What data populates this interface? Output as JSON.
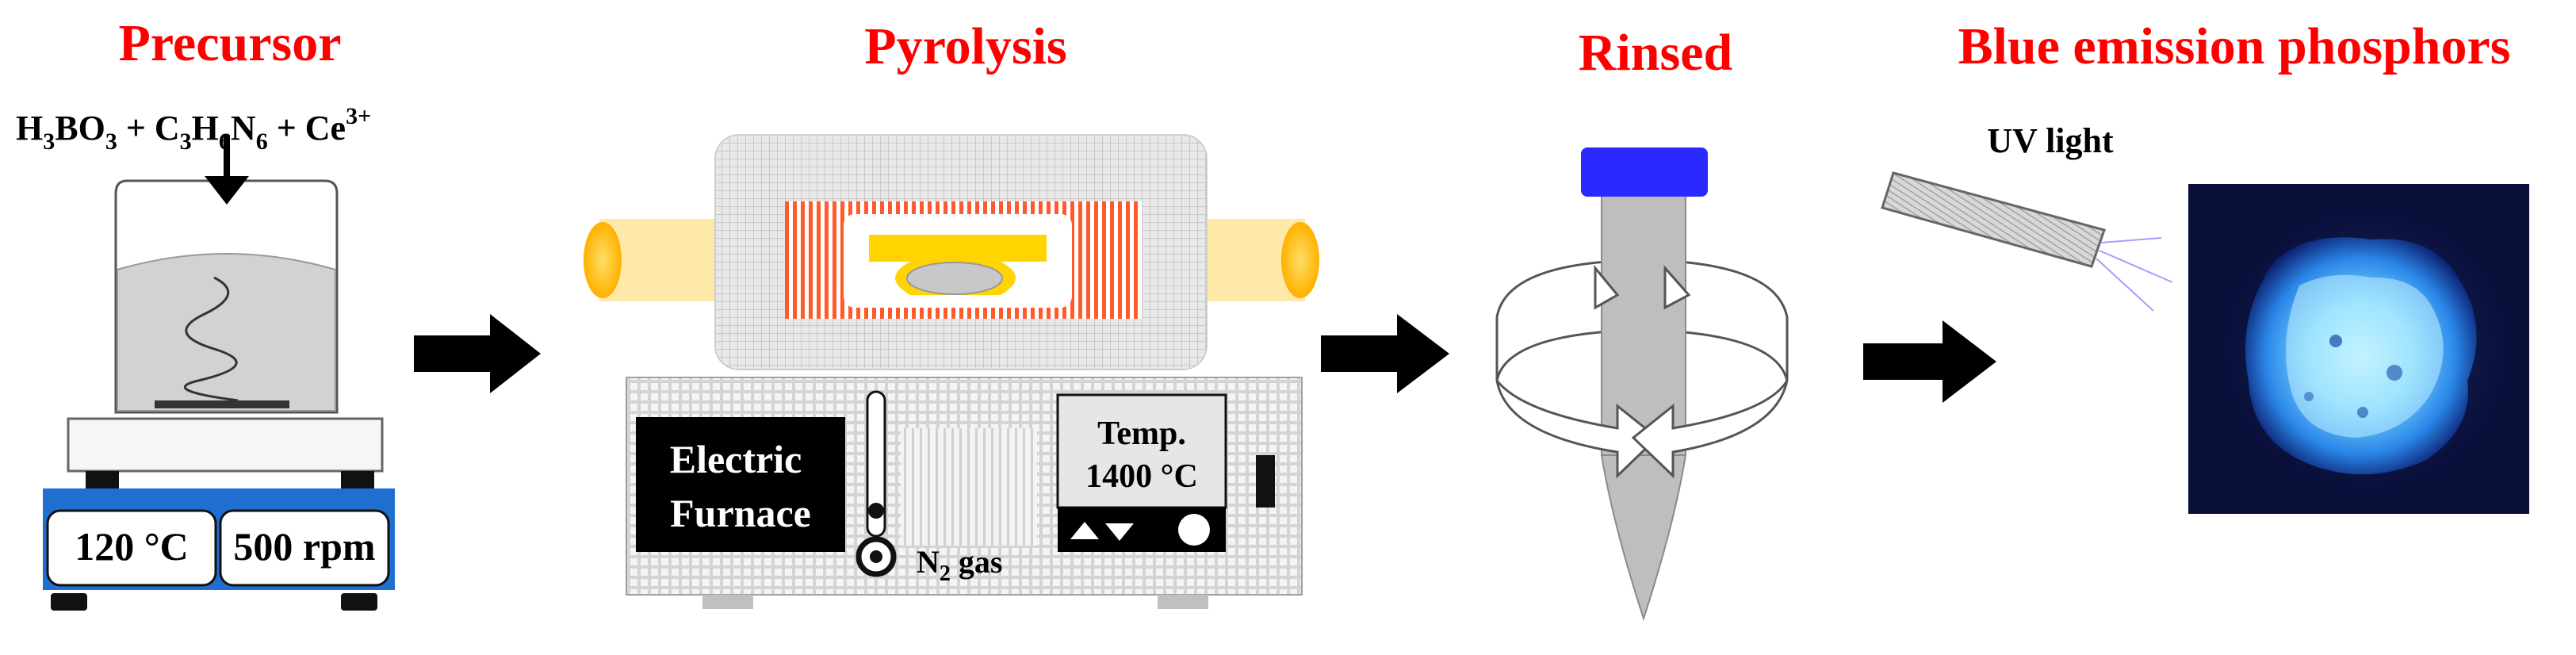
{
  "stages": [
    {
      "title": "Precursor"
    },
    {
      "title": "Pyrolysis"
    },
    {
      "title": "Rinsed"
    },
    {
      "title": "Blue emission phosphors"
    }
  ],
  "precursor": {
    "formula_parts": [
      "H",
      "3",
      "BO",
      "3",
      " + C",
      "3",
      "H",
      "6",
      "N",
      "6",
      " + Ce",
      "3+"
    ],
    "temperature": "120 °C",
    "speed": "500 rpm"
  },
  "furnace": {
    "label_line1": "Electric",
    "label_line2": "Furnace",
    "gas_prefix": "N",
    "gas_sub": "2",
    "gas_suffix": " gas",
    "temp_label": "Temp.",
    "temp_value": "1400 °C"
  },
  "phosphor": {
    "uv_label": "UV light"
  },
  "colors": {
    "title": "#ff0000",
    "hotplate_base": "#1f6fd1",
    "tube_cap": "#2a2aff",
    "furnace_coil": "#ff5a2a",
    "tube_end": "#ffc000",
    "phosphor_glow": "#7ad6ff",
    "photo_bg": "#0a0f3a"
  }
}
